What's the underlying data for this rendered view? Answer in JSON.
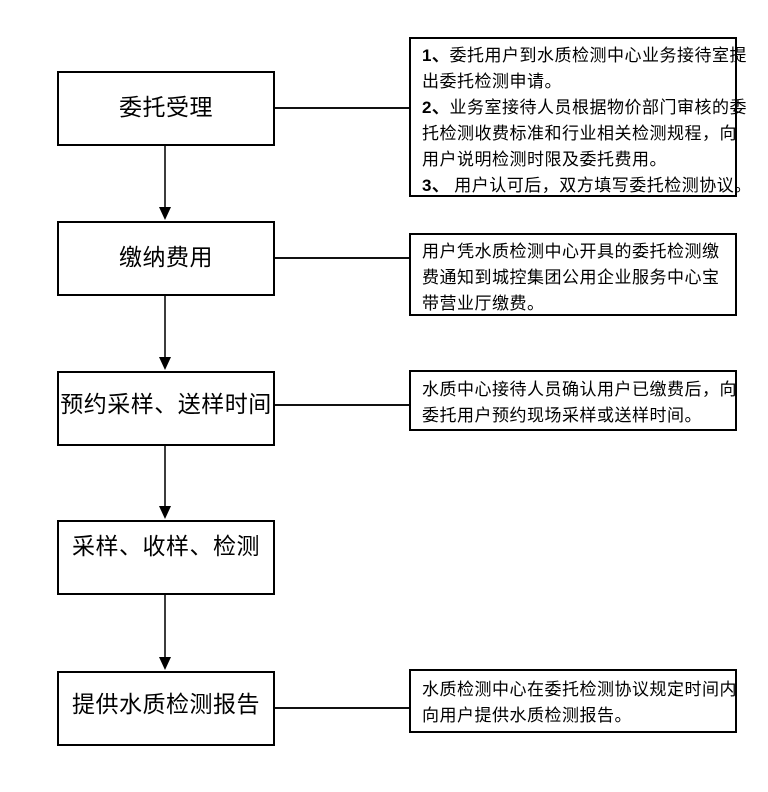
{
  "page": {
    "background": "#ffffff",
    "kind": "flowchart",
    "language": "zh"
  },
  "colors": {
    "box_border": "#000000",
    "text": "#000000",
    "arrow_stem": "#3c3c3c",
    "arrow_head": "#000000",
    "connector_line": "#111111"
  },
  "flow": {
    "steps": [
      {
        "label": "委托受理"
      },
      {
        "label": "缴纳费用"
      },
      {
        "label": "预约采样、送样时间"
      },
      {
        "label": "采样、收样、检测"
      },
      {
        "label": "提供水质检测报告"
      }
    ]
  },
  "annotations": [
    {
      "connects_to_step": 1,
      "lines": [
        "1、委托用户到水质检测中心业务接待室提",
        "出委托检测申请。",
        "2、业务室接待人员根据物价部门审核的委",
        "托检测收费标准和行业相关检测规程，向",
        "用户说明检测时限及委托费用。",
        "3、 用户认可后，双方填写委托检测协议。"
      ]
    },
    {
      "connects_to_step": 2,
      "lines": [
        "用户凭水质检测中心开具的委托检测缴",
        "费通知到城控集团公用企业服务中心宝",
        "带营业厅缴费。"
      ]
    },
    {
      "connects_to_step": 3,
      "lines": [
        "水质中心接待人员确认用户已缴费后，向",
        "委托用户预约现场采样或送样时间。"
      ]
    },
    {
      "connects_to_step": 5,
      "lines": [
        "水质检测中心在委托检测协议规定时间内",
        "向用户提供水质检测报告。"
      ]
    }
  ]
}
